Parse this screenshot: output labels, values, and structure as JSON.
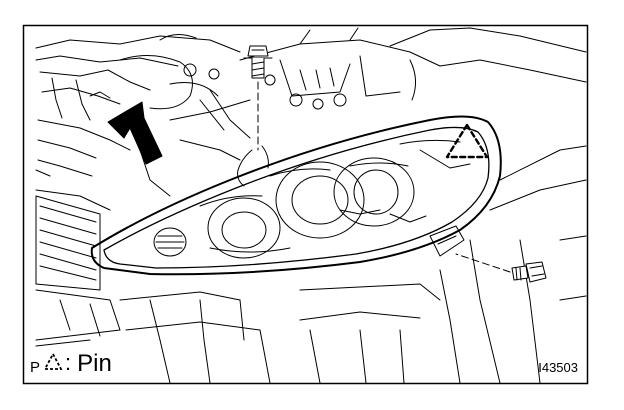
{
  "legend": {
    "prefix": "P",
    "symbol": "dashed-triangle-pin-icon",
    "separator": ":",
    "label": "Pin"
  },
  "figure_id": "I43503",
  "colors": {
    "ink": "#000000",
    "paper": "#ffffff"
  }
}
